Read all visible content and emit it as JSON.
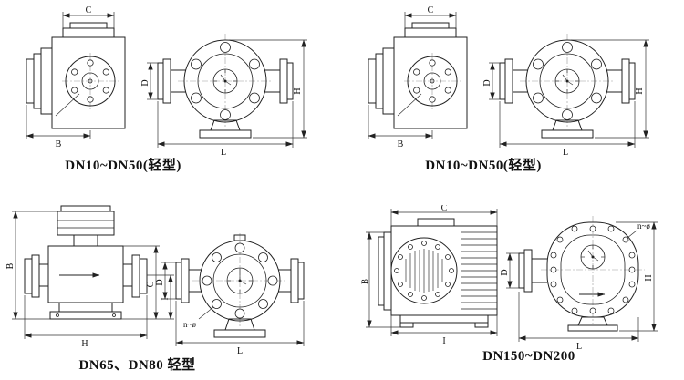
{
  "figures": {
    "fig1": {
      "caption": "DN10~DN50(轻型)"
    },
    "fig2": {
      "caption": "DN10~DN50(轻型)"
    },
    "fig3": {
      "caption": "DN65、DN80 轻型"
    },
    "fig4": {
      "caption": "DN150~DN200"
    }
  },
  "dim_labels": {
    "B": "B",
    "C": "C",
    "D": "D",
    "H": "H",
    "I": "I",
    "L": "L",
    "n_bolt": "n~ø"
  }
}
